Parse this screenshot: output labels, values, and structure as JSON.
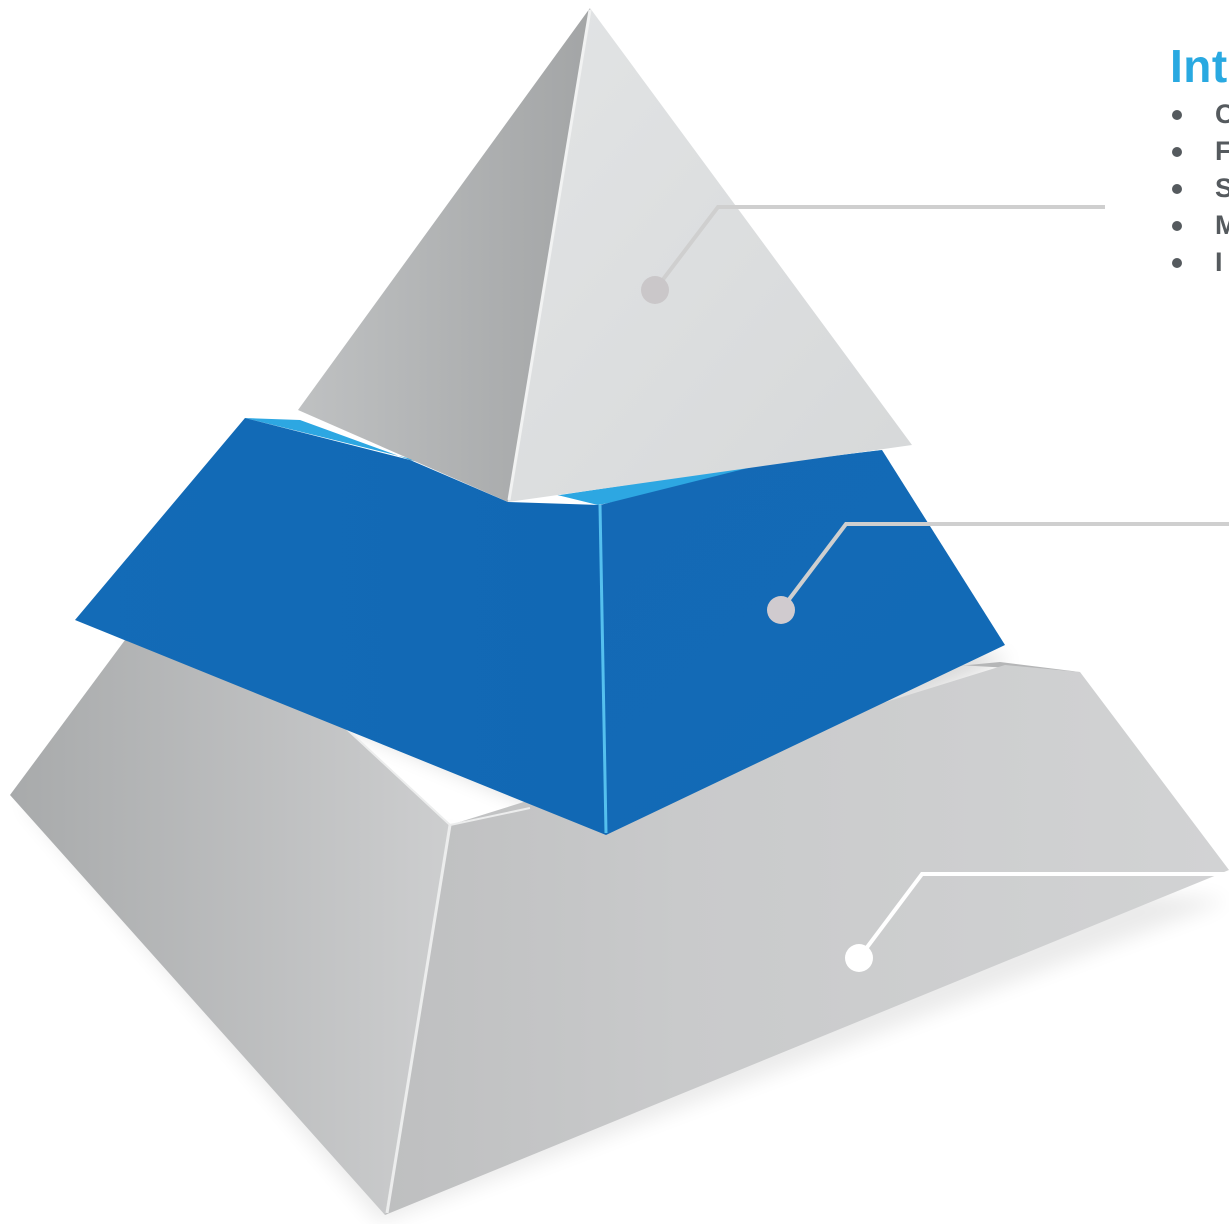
{
  "callout": {
    "title": "Int",
    "bullets": [
      "C",
      "F",
      "S",
      "M",
      "I"
    ]
  },
  "colors": {
    "title": "#29a9e1",
    "bullet_text": "#555a5e",
    "blue_face": "#126ab6",
    "blue_highlight": "#2da7e2",
    "gray_light": "#dcdedf",
    "gray_mid": "#c4c5c6",
    "connector_top": "#cfcfcf",
    "connector_dot_top": "#cac7c9",
    "connector_mid_dot": "#d0cbcf",
    "connector_white": "#ffffff"
  },
  "diagram": {
    "levels": [
      "top",
      "middle",
      "bottom"
    ],
    "highlighted_level": "middle"
  }
}
